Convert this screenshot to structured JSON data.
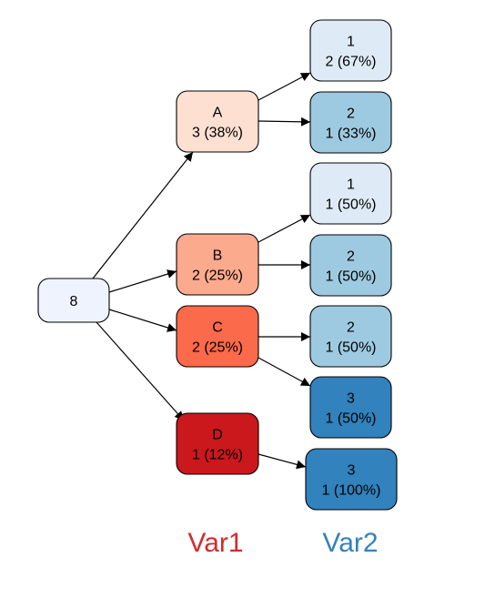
{
  "diagram": {
    "root": {
      "line1": "8",
      "fill": "#eef3fd"
    },
    "var1": [
      {
        "key": "A",
        "line1": "A",
        "line2": "3 (38%)",
        "fill": "#fee0d2"
      },
      {
        "key": "B",
        "line1": "B",
        "line2": "2 (25%)",
        "fill": "#fcaa8e"
      },
      {
        "key": "C",
        "line1": "C",
        "line2": "2 (25%)",
        "fill": "#fb6a4a"
      },
      {
        "key": "D",
        "line1": "D",
        "line2": "1 (12%)",
        "fill": "#cb181d"
      }
    ],
    "var2": [
      {
        "parent": "A",
        "line1": "1",
        "line2": "2 (67%)",
        "fill": "#deebf7"
      },
      {
        "parent": "A",
        "line1": "2",
        "line2": "1 (33%)",
        "fill": "#9ecae1"
      },
      {
        "parent": "B",
        "line1": "1",
        "line2": "1 (50%)",
        "fill": "#deebf7"
      },
      {
        "parent": "B",
        "line1": "2",
        "line2": "1 (50%)",
        "fill": "#9ecae1"
      },
      {
        "parent": "C",
        "line1": "2",
        "line2": "1 (50%)",
        "fill": "#9ecae1"
      },
      {
        "parent": "C",
        "line1": "3",
        "line2": "1 (50%)",
        "fill": "#3182bd"
      },
      {
        "parent": "D",
        "line1": "3",
        "line2": "1 (100%)",
        "fill": "#3182bd"
      }
    ],
    "labels": {
      "var1": "Var1",
      "var1_color": "#d62a2a",
      "var2": "Var2",
      "var2_color": "#3182bd"
    }
  }
}
